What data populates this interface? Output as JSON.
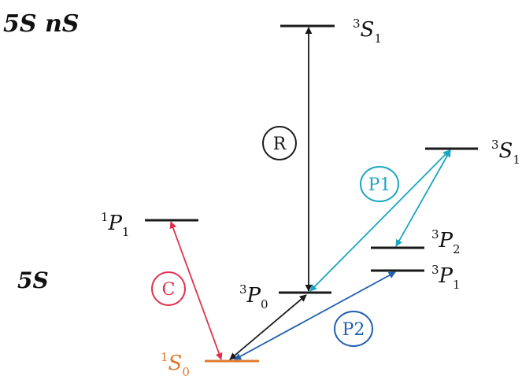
{
  "rows": {
    "upper": "5S nS",
    "lower": "5S"
  },
  "levels": {
    "s1_top": {
      "sup": "3",
      "letter": "S",
      "sub": "1"
    },
    "s1_right": {
      "sup": "3",
      "letter": "S",
      "sub": "1"
    },
    "p1_singlet": {
      "sup": "1",
      "letter": "P",
      "sub": "1"
    },
    "p2": {
      "sup": "3",
      "letter": "P",
      "sub": "2"
    },
    "p1": {
      "sup": "3",
      "letter": "P",
      "sub": "1"
    },
    "p0": {
      "sup": "3",
      "letter": "P",
      "sub": "0"
    },
    "s0": {
      "sup": "1",
      "letter": "S",
      "sub": "0"
    }
  },
  "transitions": {
    "R": "R",
    "P1": "P1",
    "P2": "P2",
    "C": "C"
  },
  "colors": {
    "black": "#1a1a1a",
    "cyan": "#1ba6bf",
    "blue": "#1f5fae",
    "red": "#e0304f",
    "orange": "#e07a2e"
  }
}
